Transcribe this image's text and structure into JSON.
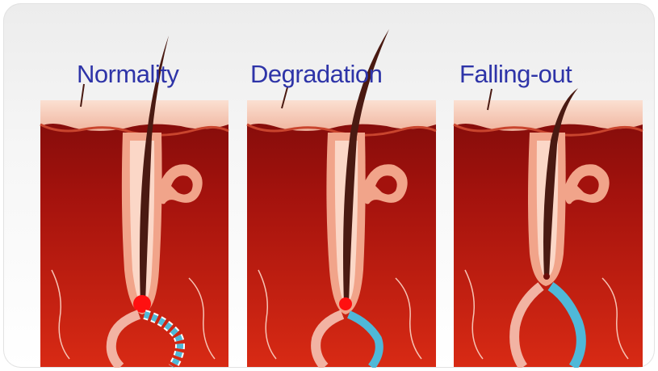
{
  "stages": [
    {
      "label": "Normality"
    },
    {
      "label": "Degradation"
    },
    {
      "label": "Falling-out"
    }
  ],
  "colors": {
    "skin_surface": "#f7cbb8",
    "dermis_dark": "#8a0d0b",
    "dermis_light": "#d42312",
    "follicle": "#f1a48a",
    "hair_shaft": "#4a1a12",
    "hair_bulb": "#ff1010",
    "vessel_blue": "#4fb8d8",
    "vessel_pink": "#f2b3a3",
    "label_text": "#2e34a8"
  }
}
